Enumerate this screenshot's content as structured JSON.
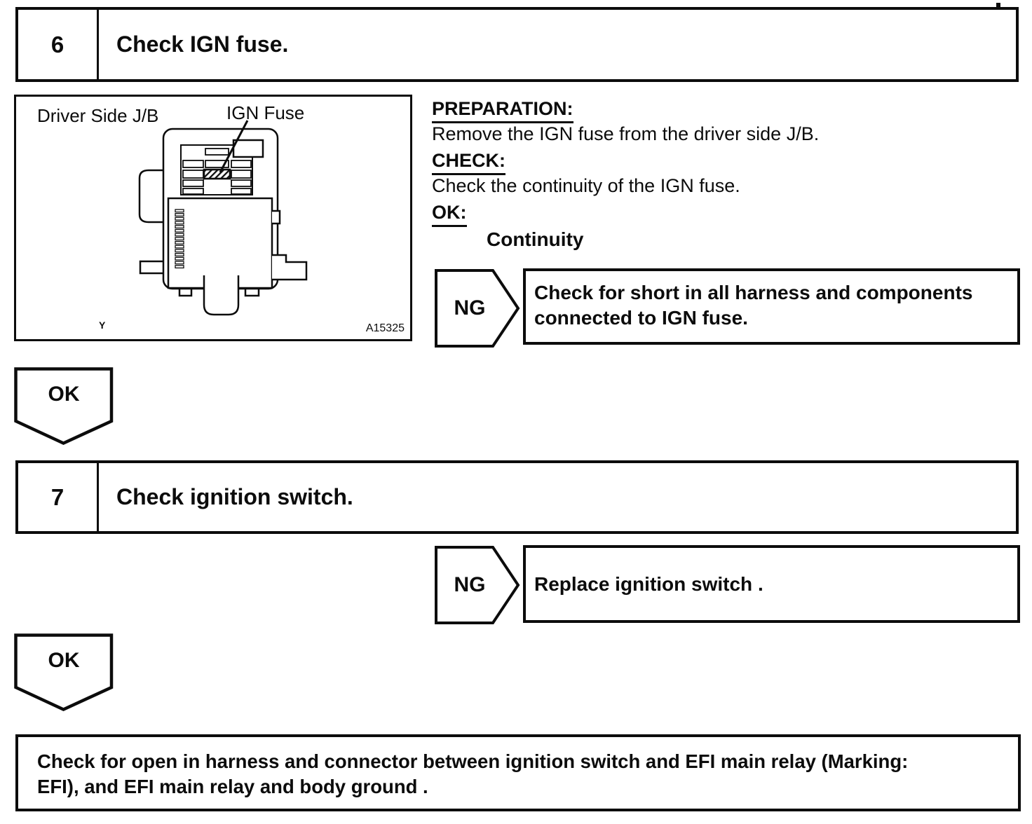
{
  "colors": {
    "ink": "#0c0c0c",
    "paper": "#ffffff"
  },
  "step6": {
    "number": "6",
    "title": "Check IGN fuse."
  },
  "figure": {
    "jb_label": "Driver Side J/B",
    "fuse_label": "IGN Fuse",
    "y_mark": "Y",
    "code": "A15325"
  },
  "instructions": {
    "preparation_heading": "PREPARATION:",
    "preparation_text": "Remove the IGN fuse from the driver side J/B.",
    "check_heading": "CHECK:",
    "check_text": "Check the continuity of the IGN fuse.",
    "ok_heading": "OK:",
    "ok_value": "Continuity"
  },
  "ng1": {
    "label": "NG",
    "lines": [
      "Check for short in all harness and components",
      "connected to IGN fuse."
    ]
  },
  "ok1": {
    "label": "OK"
  },
  "step7": {
    "number": "7",
    "title": "Check ignition switch."
  },
  "ng2": {
    "label": "NG",
    "action": "Replace ignition switch ."
  },
  "ok2": {
    "label": "OK"
  },
  "final": {
    "lines": [
      "Check for open in harness and connector between ignition switch and EFI main relay (Marking:",
      "EFI), and EFI main relay and body ground ."
    ]
  }
}
